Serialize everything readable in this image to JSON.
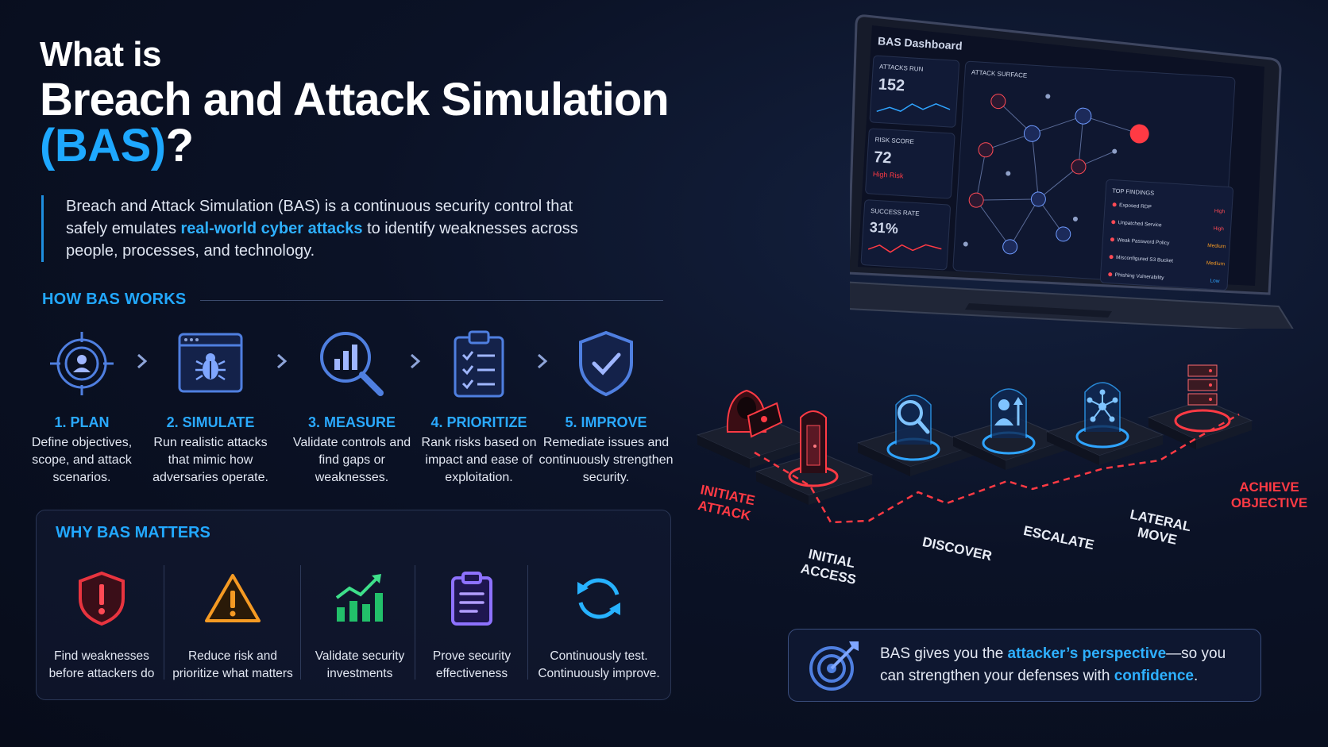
{
  "header": {
    "line1": "What is",
    "line2": "Breach and Attack Simulation",
    "line3_accent": "(BAS)",
    "line3_mark": "?"
  },
  "intro": {
    "part1": "Breach and Attack Simulation (BAS) is a continuous security control that safely emulates ",
    "highlight": "real-world cyber attacks",
    "part2": " to identify weaknesses across people, processes, and technology."
  },
  "how_works": {
    "heading": "HOW BAS WORKS",
    "steps": [
      {
        "title": "1. PLAN",
        "desc": "Define objectives, scope, and attack scenarios.",
        "icon": "target-user-icon"
      },
      {
        "title": "2. SIMULATE",
        "desc": "Run realistic attacks that mimic how adversaries operate.",
        "icon": "bug-window-icon"
      },
      {
        "title": "3. MEASURE",
        "desc": "Validate controls and find gaps or weaknesses.",
        "icon": "magnifier-chart-icon"
      },
      {
        "title": "4. PRIORITIZE",
        "desc": "Rank risks based on impact and ease of exploitation.",
        "icon": "clipboard-checklist-icon"
      },
      {
        "title": "5. IMPROVE",
        "desc": "Remediate issues and continuously strengthen security.",
        "icon": "shield-check-icon"
      }
    ]
  },
  "why_matters": {
    "heading": "WHY BAS MATTERS",
    "items": [
      {
        "label": "Find weaknesses before attackers do",
        "icon": "shield-alert-icon"
      },
      {
        "label": "Reduce risk and prioritize what matters",
        "icon": "warning-triangle-icon"
      },
      {
        "label": "Validate security investments",
        "icon": "growth-chart-icon"
      },
      {
        "label": "Prove security effectiveness",
        "icon": "clipboard-report-icon"
      },
      {
        "label": "Continuously test. Continuously improve.",
        "icon": "refresh-cycle-icon"
      }
    ]
  },
  "dashboard": {
    "title": "BAS Dashboard",
    "attacks_run_label": "ATTACKS RUN",
    "attacks_run_value": "152",
    "risk_score_label": "RISK SCORE",
    "risk_score_value": "72",
    "risk_score_status": "High Risk",
    "success_rate_label": "SUCCESS RATE",
    "success_rate_value": "31%",
    "attack_surface_label": "ATTACK SURFACE",
    "top_findings_label": "TOP FINDINGS",
    "findings": [
      {
        "name": "Exposed RDP",
        "severity": "High"
      },
      {
        "name": "Unpatched Service",
        "severity": "High"
      },
      {
        "name": "Weak Password Policy",
        "severity": "Medium"
      },
      {
        "name": "Misconfigured S3 Bucket",
        "severity": "Medium"
      },
      {
        "name": "Phishing Vulnerability",
        "severity": "Low"
      }
    ]
  },
  "attack_path": {
    "stages": [
      "INITIATE ATTACK",
      "INITIAL ACCESS",
      "DISCOVER",
      "ESCALATE",
      "LATERAL MOVE",
      "ACHIEVE OBJECTIVE"
    ]
  },
  "callout": {
    "part1": "BAS gives you the ",
    "hl1": "attacker’s perspective",
    "part2": "—so you can strengthen your defenses with ",
    "hl2": "confidence",
    "part3": "."
  },
  "colors": {
    "accent_blue": "#1ea8ff",
    "alert_red": "#ff3a44",
    "warn_orange": "#f59a23",
    "good_green": "#22c06a",
    "purple": "#8e72ff"
  }
}
